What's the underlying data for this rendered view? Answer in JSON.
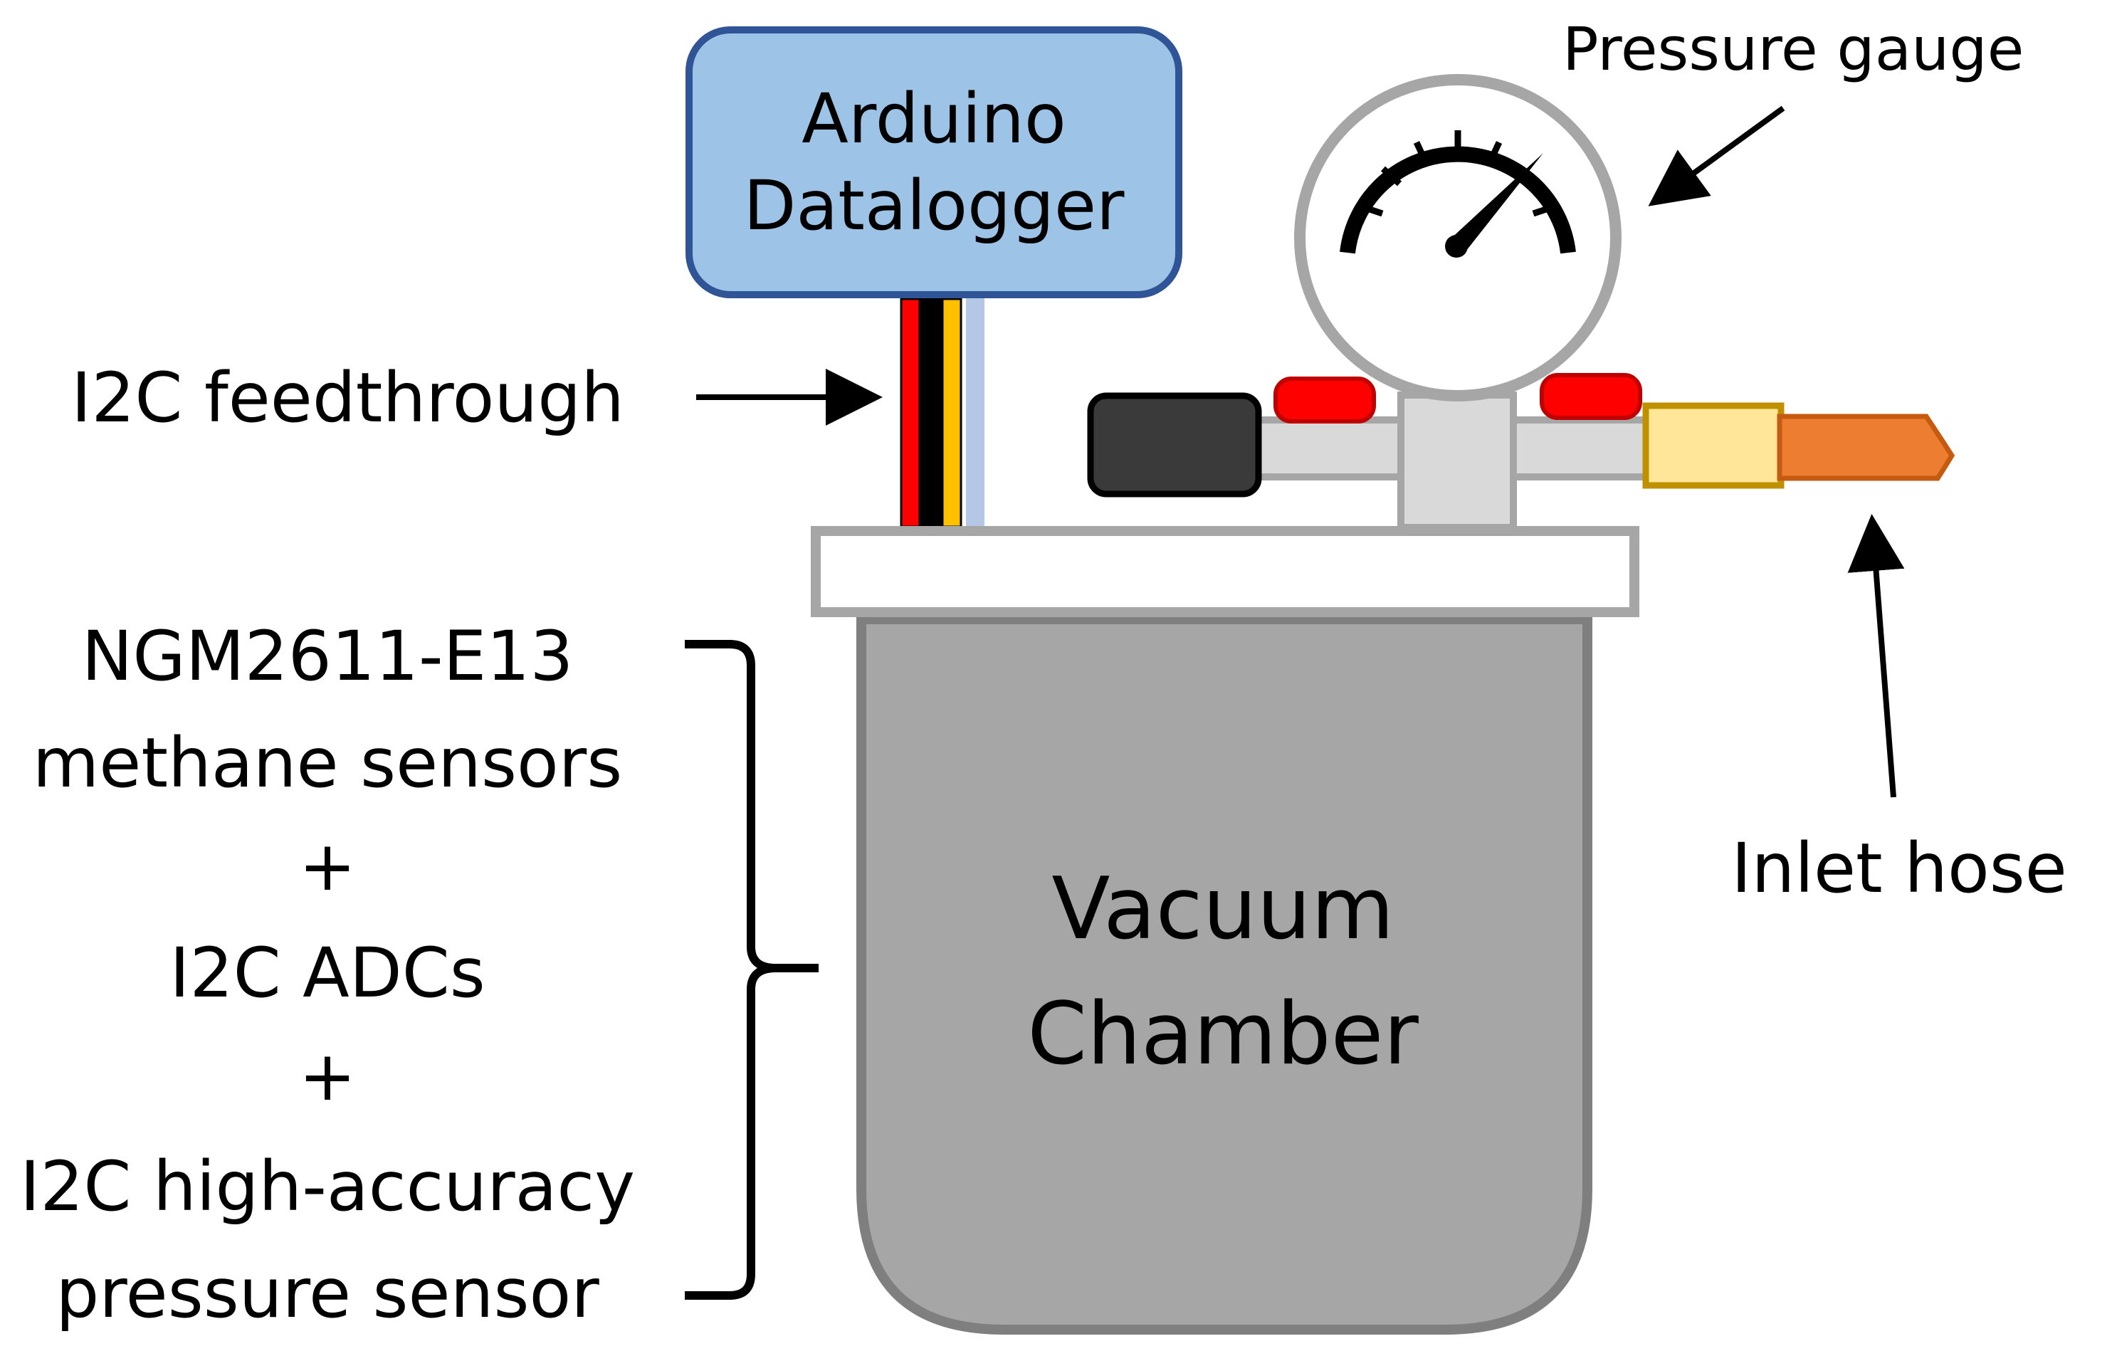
{
  "arduino": {
    "line1": "Arduino",
    "line2": "Datalogger"
  },
  "chamber": {
    "line1": "Vacuum",
    "line2": "Chamber"
  },
  "labels": {
    "i2c_feedthrough": "I2C feedthrough",
    "pressure_gauge": "Pressure gauge",
    "inlet_hose": "Inlet hose"
  },
  "sensors": {
    "line1": "NGM2611-E13",
    "line2": "methane sensors",
    "plus1": "+",
    "line3": "I2C ADCs",
    "plus2": "+",
    "line4": "I2C high-accuracy",
    "line5": "pressure sensor"
  },
  "colors": {
    "arduino_fill": "#9dc3e6",
    "arduino_stroke": "#2f5597",
    "chamber_fill": "#a6a6a6",
    "chamber_stroke": "#7f7f7f",
    "lid_stroke": "#a6a6a6",
    "pipe_fill": "#d9d9d9",
    "valve_red": "#ff0000",
    "cap_dark": "#3a3a3a",
    "connector_fill": "#ffe699",
    "connector_stroke": "#bf9000",
    "hose_fill": "#ed7d31",
    "hose_stroke": "#c55a11",
    "wire_red": "#ff0000",
    "wire_black": "#000000",
    "wire_yellow": "#ffc000",
    "wire_blue": "#b4c7e7"
  }
}
